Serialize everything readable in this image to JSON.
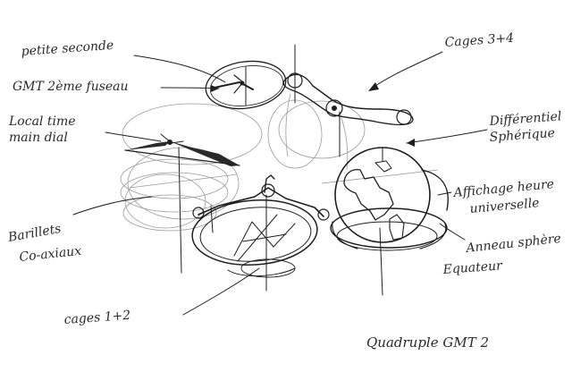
{
  "labels": {
    "petite_seconde": "petite seconde",
    "gmt_fuseau": "GMT 2ème fuseau",
    "local_time_1": "Local time",
    "local_time_2": "main dial",
    "barillets_1": "Barillets",
    "barillets_2": "Co-axiaux",
    "cages_3_4": "Cages 3+4",
    "differentiel_1": "Différentiel",
    "differentiel_2": "Sphérique",
    "affichage_1": "Affichage heure",
    "affichage_2": "universelle",
    "anneau_1": "Anneau sphère",
    "anneau_2": "Equateur",
    "cages_1_2": "cages 1+2"
  },
  "signature": "Quadruple GMT 2",
  "colors": {
    "ink": "#1e1e1e",
    "pencil_light": "#9a9a9a",
    "paper": "#ffffff"
  }
}
